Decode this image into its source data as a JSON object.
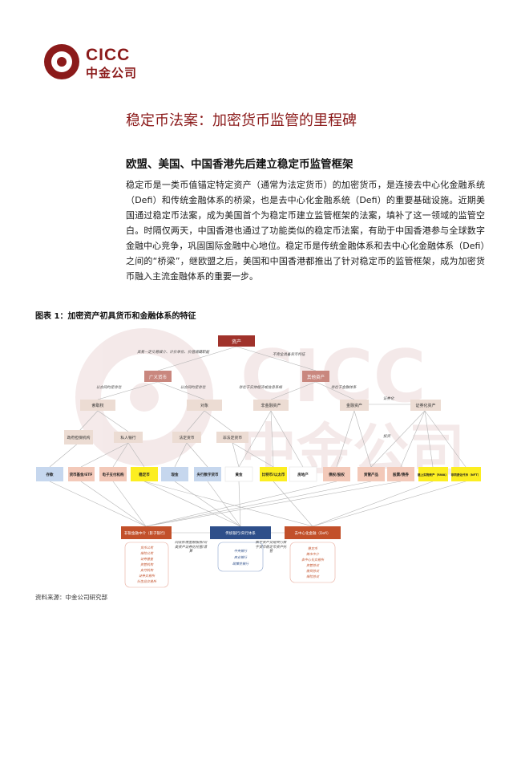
{
  "logo": {
    "en": "CICC",
    "cn": "中金公司"
  },
  "page_title": "稳定币法案：加密货币监管的里程碑",
  "section_title": "欧盟、美国、中国香港先后建立稳定币监管框架",
  "body": "稳定币是一类币值锚定特定资产（通常为法定货币）的加密货币，是连接去中心化金融系统（Defi）和传统金融体系的桥梁，也是去中心化金融系统（Defi）的重要基础设施。近期美国通过稳定币法案，成为美国首个为稳定币建立监管框架的法案，填补了这一领域的监管空白。时隔仅两天，中国香港也通过了功能类似的稳定币法案，有助于中国香港参与全球数字金融中心竞争，巩固国际金融中心地位。稳定币是传统金融体系和去中心化金融体系（Defi）之间的“桥梁”，继欧盟之后，美国和中国香港都推出了针对稳定币的监管框架，成为加密货币融入主流金融体系的重要一步。",
  "figure_title": "图表 1：加密资产初具货币和金融体系的特征",
  "source": "资料来源：中金公司研究部",
  "watermark": {
    "en": "CICC",
    "cn": "中金公司"
  },
  "diagram": {
    "root": "资产",
    "edge_labels": {
      "left_root": "具有一定交易媒介、计价单位、价值储藏职能",
      "right_root": "不完全具备货币特征",
      "guangyi_left": "以合同约定存在",
      "guangyi_right": "以合同约定存在",
      "qita_left": "存在于实体经济或信息系统",
      "qita_right": "存在于金融体系",
      "securitize": "证券化",
      "invest": "投资"
    },
    "l1": [
      "广义货币",
      "其他资产"
    ],
    "l2": [
      "索取权",
      "对象",
      "非金融资产",
      "金融资产",
      "证券化资产"
    ],
    "l3": [
      "政府担保机构",
      "私人银行",
      "法定货币",
      "非法定货币"
    ],
    "leaves": [
      "存款",
      "货币基金/ETF",
      "电子支付机构",
      "稳定币",
      "现金",
      "央行数字货币",
      "黄金",
      "比特币/以太币",
      "房地产",
      "债权/股权",
      "资管产品",
      "股票/债券",
      "链上实物资产（RWA）",
      "非同质化代币（NFT）"
    ],
    "institutions": [
      {
        "title": "非银金融中介（影子银行）",
        "items": [
          "货币公司",
          "保险公司",
          "证券基金",
          "资管机构",
          "支付机构",
          "证券交易所",
          "衍生品交易所"
        ]
      },
      {
        "title": "传统银行/央行体系",
        "items": [
          "中央银行",
          "商业银行",
          "政策性银行"
        ]
      },
      {
        "title": "去中心化金融（Defi）",
        "items": [
          "稳定币",
          "做市中介",
          "去中心化交易所",
          "资管协议",
          "借贷协议",
          "保险协议"
        ]
      }
    ],
    "inst_labels": [
      "同业拆借金融服务/同类资产证券化托管/清算",
      "数字资产交易央行数字货币稳定币资产托管"
    ]
  },
  "colors": {
    "brand": "#8b1a1a",
    "root": "#a0322b",
    "l1": "#c9877e",
    "mid": "#ecdcd3",
    "blue": "#c6d7ee",
    "pink": "#f3c9b9",
    "yellow": "#fcee21",
    "white": "#ffffff",
    "inst_red": "#c2502a",
    "inst_blue": "#2e4f8a"
  }
}
